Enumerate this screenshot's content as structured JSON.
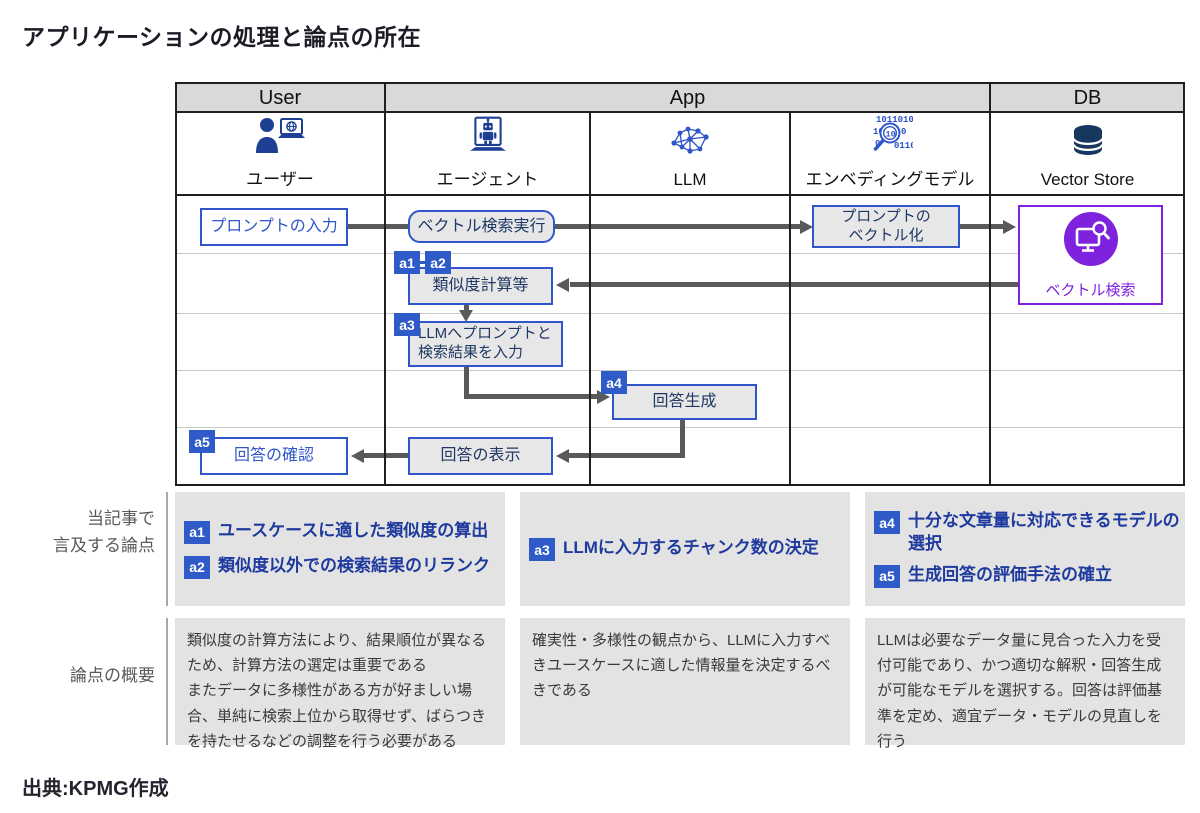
{
  "title": "アプリケーションの処理と論点の所在",
  "source_note": "出典:KPMG作成",
  "colors": {
    "accent_blue": "#2e5bc8",
    "navy_text": "#1f3864",
    "icon_navy": "#1d3f94",
    "purple": "#7f22dd",
    "arrow_gray": "#595959",
    "header_gray": "#d9d9d9",
    "box_gray": "#e8e7e7",
    "card_gray": "#e4e3e3"
  },
  "lanes": {
    "groups": [
      "User",
      "App",
      "DB"
    ],
    "actors": [
      {
        "label": "ユーザー"
      },
      {
        "label": "エージェント"
      },
      {
        "label": "LLM"
      },
      {
        "label": "エンベディングモデル"
      },
      {
        "label": "Vector Store"
      }
    ]
  },
  "flow": {
    "prompt_input": "プロンプトの入力",
    "vector_search_exec": "ベクトル検索実行",
    "prompt_vectorize": "プロンプトの\nベクトル化",
    "similarity_calc": "類似度計算等",
    "llm_input": "LLMへプロンプトと\n検索結果を入力",
    "answer_gen": "回答生成",
    "answer_check": "回答の確認",
    "answer_display": "回答の表示",
    "vector_search": "ベクトル検索",
    "badges": {
      "a1": "a1",
      "a2": "a2",
      "a3": "a3",
      "a4": "a4",
      "a5": "a5"
    }
  },
  "issues_row": {
    "label": "当記事で\n言及する論点",
    "cards": [
      {
        "items": [
          {
            "badge": "a1",
            "text": "ユースケースに適した類似度の算出"
          },
          {
            "badge": "a2",
            "text": "類似度以外での検索結果のリランク"
          }
        ]
      },
      {
        "items": [
          {
            "badge": "a3",
            "text": "LLMに入力するチャンク数の決定"
          }
        ]
      },
      {
        "items": [
          {
            "badge": "a4",
            "text": "十分な文章量に対応できるモデルの\n選択"
          },
          {
            "badge": "a5",
            "text": "生成回答の評価手法の確立"
          }
        ]
      }
    ]
  },
  "summary_row": {
    "label": "論点の概要",
    "cards": [
      {
        "text": "類似度の計算方法により、結果順位が異なるため、計算方法の選定は重要である\nまたデータに多様性がある方が好ましい場合、単純に検索上位から取得せず、ばらつきを持たせるなどの調整を行う必要がある"
      },
      {
        "text": "確実性・多様性の観点から、LLMに入力すべきユースケースに適した情報量を決定するべきである"
      },
      {
        "text": "LLMは必要なデータ量に見合った入力を受付可能であり、かつ適切な解釈・回答生成が可能なモデルを選択する。回答は評価基準を定め、適宜データ・モデルの見直しを行う"
      }
    ]
  }
}
